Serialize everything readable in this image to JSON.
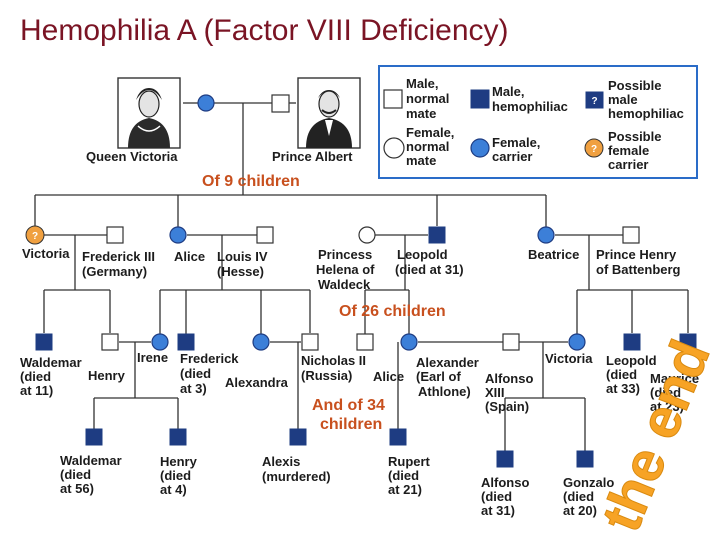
{
  "title": "Hemophilia A (Factor VIII Deficiency)",
  "legend": {
    "male_normal": [
      "Male,",
      "normal",
      "mate"
    ],
    "male_hemophiliac": [
      "Male,",
      "hemophiliac"
    ],
    "possible_male": [
      "Possible",
      "male",
      "hemophiliac"
    ],
    "female_normal": [
      "Female,",
      "normal",
      "mate"
    ],
    "female_carrier": [
      "Female,",
      "carrier"
    ],
    "possible_female": [
      "Possible",
      "female",
      "carrier"
    ],
    "question_mark": "?"
  },
  "generation1": {
    "queen": "Queen Victoria",
    "prince": "Prince Albert",
    "count": "Of 9 children"
  },
  "generation2": {
    "victoria": "Victoria",
    "frederick": [
      "Frederick III",
      "(Germany)"
    ],
    "alice": "Alice",
    "louis": [
      "Louis IV",
      "(Hesse)"
    ],
    "helena": [
      "Princess",
      "Helena of",
      "Waldeck"
    ],
    "leopold": [
      "Leopold",
      "(died at 31)"
    ],
    "beatrice": "Beatrice",
    "henry_b": [
      "Prince Henry",
      "of Battenberg"
    ],
    "count": "Of 26 children"
  },
  "generation3": {
    "waldemar": [
      "Waldemar",
      "(died",
      "at 11)"
    ],
    "henry": "Henry",
    "irene": "Irene",
    "frederick": [
      "Frederick",
      "(died",
      "at 3)"
    ],
    "alexandra": "Alexandra",
    "nicholas": [
      "Nicholas II",
      "(Russia)"
    ],
    "alice": "Alice",
    "alexander": [
      "Alexander",
      "(Earl of",
      "Athlone)"
    ],
    "alfonso": [
      "Alfonso",
      "XIII",
      "(Spain)"
    ],
    "victoria": "Victoria",
    "leopold": [
      "Leopold",
      "(died",
      "at 33)"
    ],
    "maurice": [
      "Maurice",
      "(died",
      "at 23)"
    ],
    "count": [
      "And of 34",
      "children"
    ]
  },
  "generation4": {
    "waldemar": [
      "Waldemar",
      "(died",
      "at 56)"
    ],
    "henry": [
      "Henry",
      "(died",
      "at 4)"
    ],
    "alexis": [
      "Alexis",
      "(murdered)"
    ],
    "rupert": [
      "Rupert",
      "(died",
      "at 21)"
    ],
    "alfonso": [
      "Alfonso",
      "(died",
      "at 31)"
    ],
    "gonzalo": [
      "Gonzalo",
      "(died",
      "at 20)"
    ]
  },
  "end_text": "the end",
  "colors": {
    "title": "#7a1424",
    "hemophiliac": "#1e3c82",
    "carrier": "#3c7fd8",
    "possible": "#f0a040",
    "count_text": "#c8501e",
    "end_text": "#f7a325",
    "legend_border": "#2a6cc8"
  }
}
